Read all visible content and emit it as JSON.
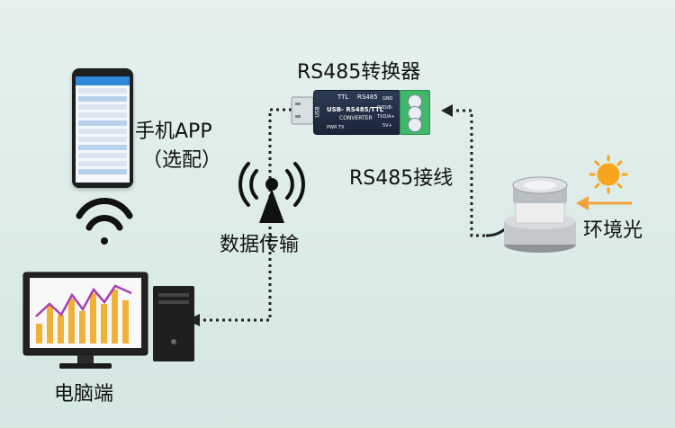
{
  "labels": {
    "converter_title": "RS485转换器",
    "phone_app": "手机APP",
    "phone_optional": "（选配）",
    "data_transfer": "数据传输",
    "rs485_wiring": "RS485接线",
    "ambient_light": "环境光",
    "pc_end": "电脑端"
  },
  "converter": {
    "ttl": "TTL",
    "rs485": "RS485",
    "model": "USB- RS485/TTL",
    "converter_word": "CONVERTER",
    "pins": [
      "GND",
      "RXD/B-",
      "TXD/A+",
      "5V+"
    ],
    "leds": "PWR  TX",
    "side": "USB"
  },
  "colors": {
    "dotted_line": "#222222",
    "sun": "#f7a51c",
    "arrow_orange": "#f2a43a",
    "converter_body": "#1f2b40",
    "terminal_green": "#3fb86a",
    "chart_line": "#a83fb0",
    "chart_bar": "#f0b236"
  }
}
